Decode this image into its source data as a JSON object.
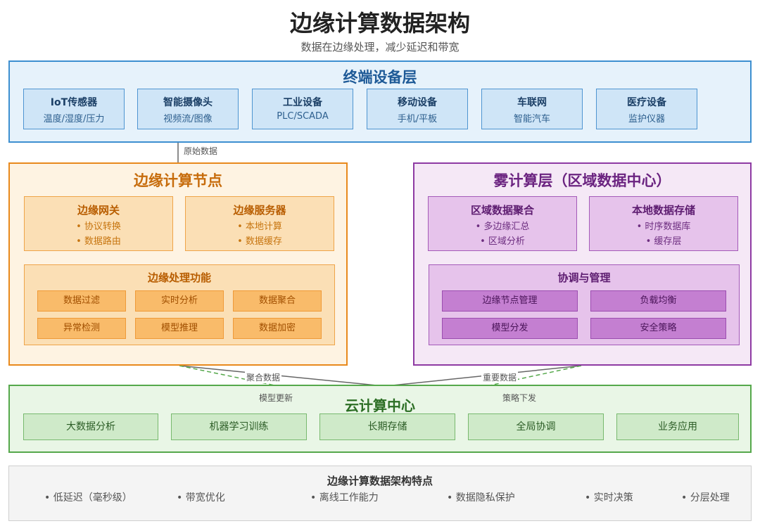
{
  "header": {
    "title": "边缘计算数据架构",
    "subtitle": "数据在边缘处理，减少延迟和带宽"
  },
  "terminal_layer": {
    "title": "终端设备层",
    "devices": [
      {
        "name": "IoT传感器",
        "sub": "温度/湿度/压力"
      },
      {
        "name": "智能摄像头",
        "sub": "视频流/图像"
      },
      {
        "name": "工业设备",
        "sub": "PLC/SCADA"
      },
      {
        "name": "移动设备",
        "sub": "手机/平板"
      },
      {
        "name": "车联网",
        "sub": "智能汽车"
      },
      {
        "name": "医疗设备",
        "sub": "监护仪器"
      }
    ]
  },
  "connections": {
    "raw_data": "原始数据",
    "aggregated_data": "聚合数据",
    "important_data": "重要数据",
    "model_update": "模型更新",
    "policy_dispatch": "策略下发"
  },
  "edge_node": {
    "title": "边缘计算节点",
    "gateway": {
      "title": "边缘网关",
      "items": [
        "• 协议转换",
        "• 数据路由"
      ]
    },
    "server": {
      "title": "边缘服务器",
      "items": [
        "• 本地计算",
        "• 数据缓存"
      ]
    },
    "functions": {
      "title": "边缘处理功能",
      "items": [
        "数据过滤",
        "实时分析",
        "数据聚合",
        "异常检测",
        "模型推理",
        "数据加密"
      ]
    }
  },
  "fog_layer": {
    "title": "雾计算层（区域数据中心）",
    "aggregation": {
      "title": "区域数据聚合",
      "items": [
        "• 多边缘汇总",
        "• 区域分析"
      ]
    },
    "storage": {
      "title": "本地数据存储",
      "items": [
        "• 时序数据库",
        "• 缓存层"
      ]
    },
    "coordination": {
      "title": "协调与管理",
      "items": [
        "边缘节点管理",
        "负载均衡",
        "模型分发",
        "安全策略"
      ]
    }
  },
  "cloud_center": {
    "title": "云计算中心",
    "items": [
      "大数据分析",
      "机器学习训练",
      "长期存储",
      "全局协调",
      "业务应用"
    ]
  },
  "features": {
    "title": "边缘计算数据架构特点",
    "items": [
      "• 低延迟（毫秒级）",
      "• 带宽优化",
      "• 离线工作能力",
      "• 数据隐私保护",
      "• 实时决策",
      "• 分层处理"
    ]
  },
  "colors": {
    "terminal_border": "#3d8fd0",
    "edge_border": "#e8891c",
    "fog_border": "#8e3aa3",
    "cloud_border": "#55a84b"
  }
}
